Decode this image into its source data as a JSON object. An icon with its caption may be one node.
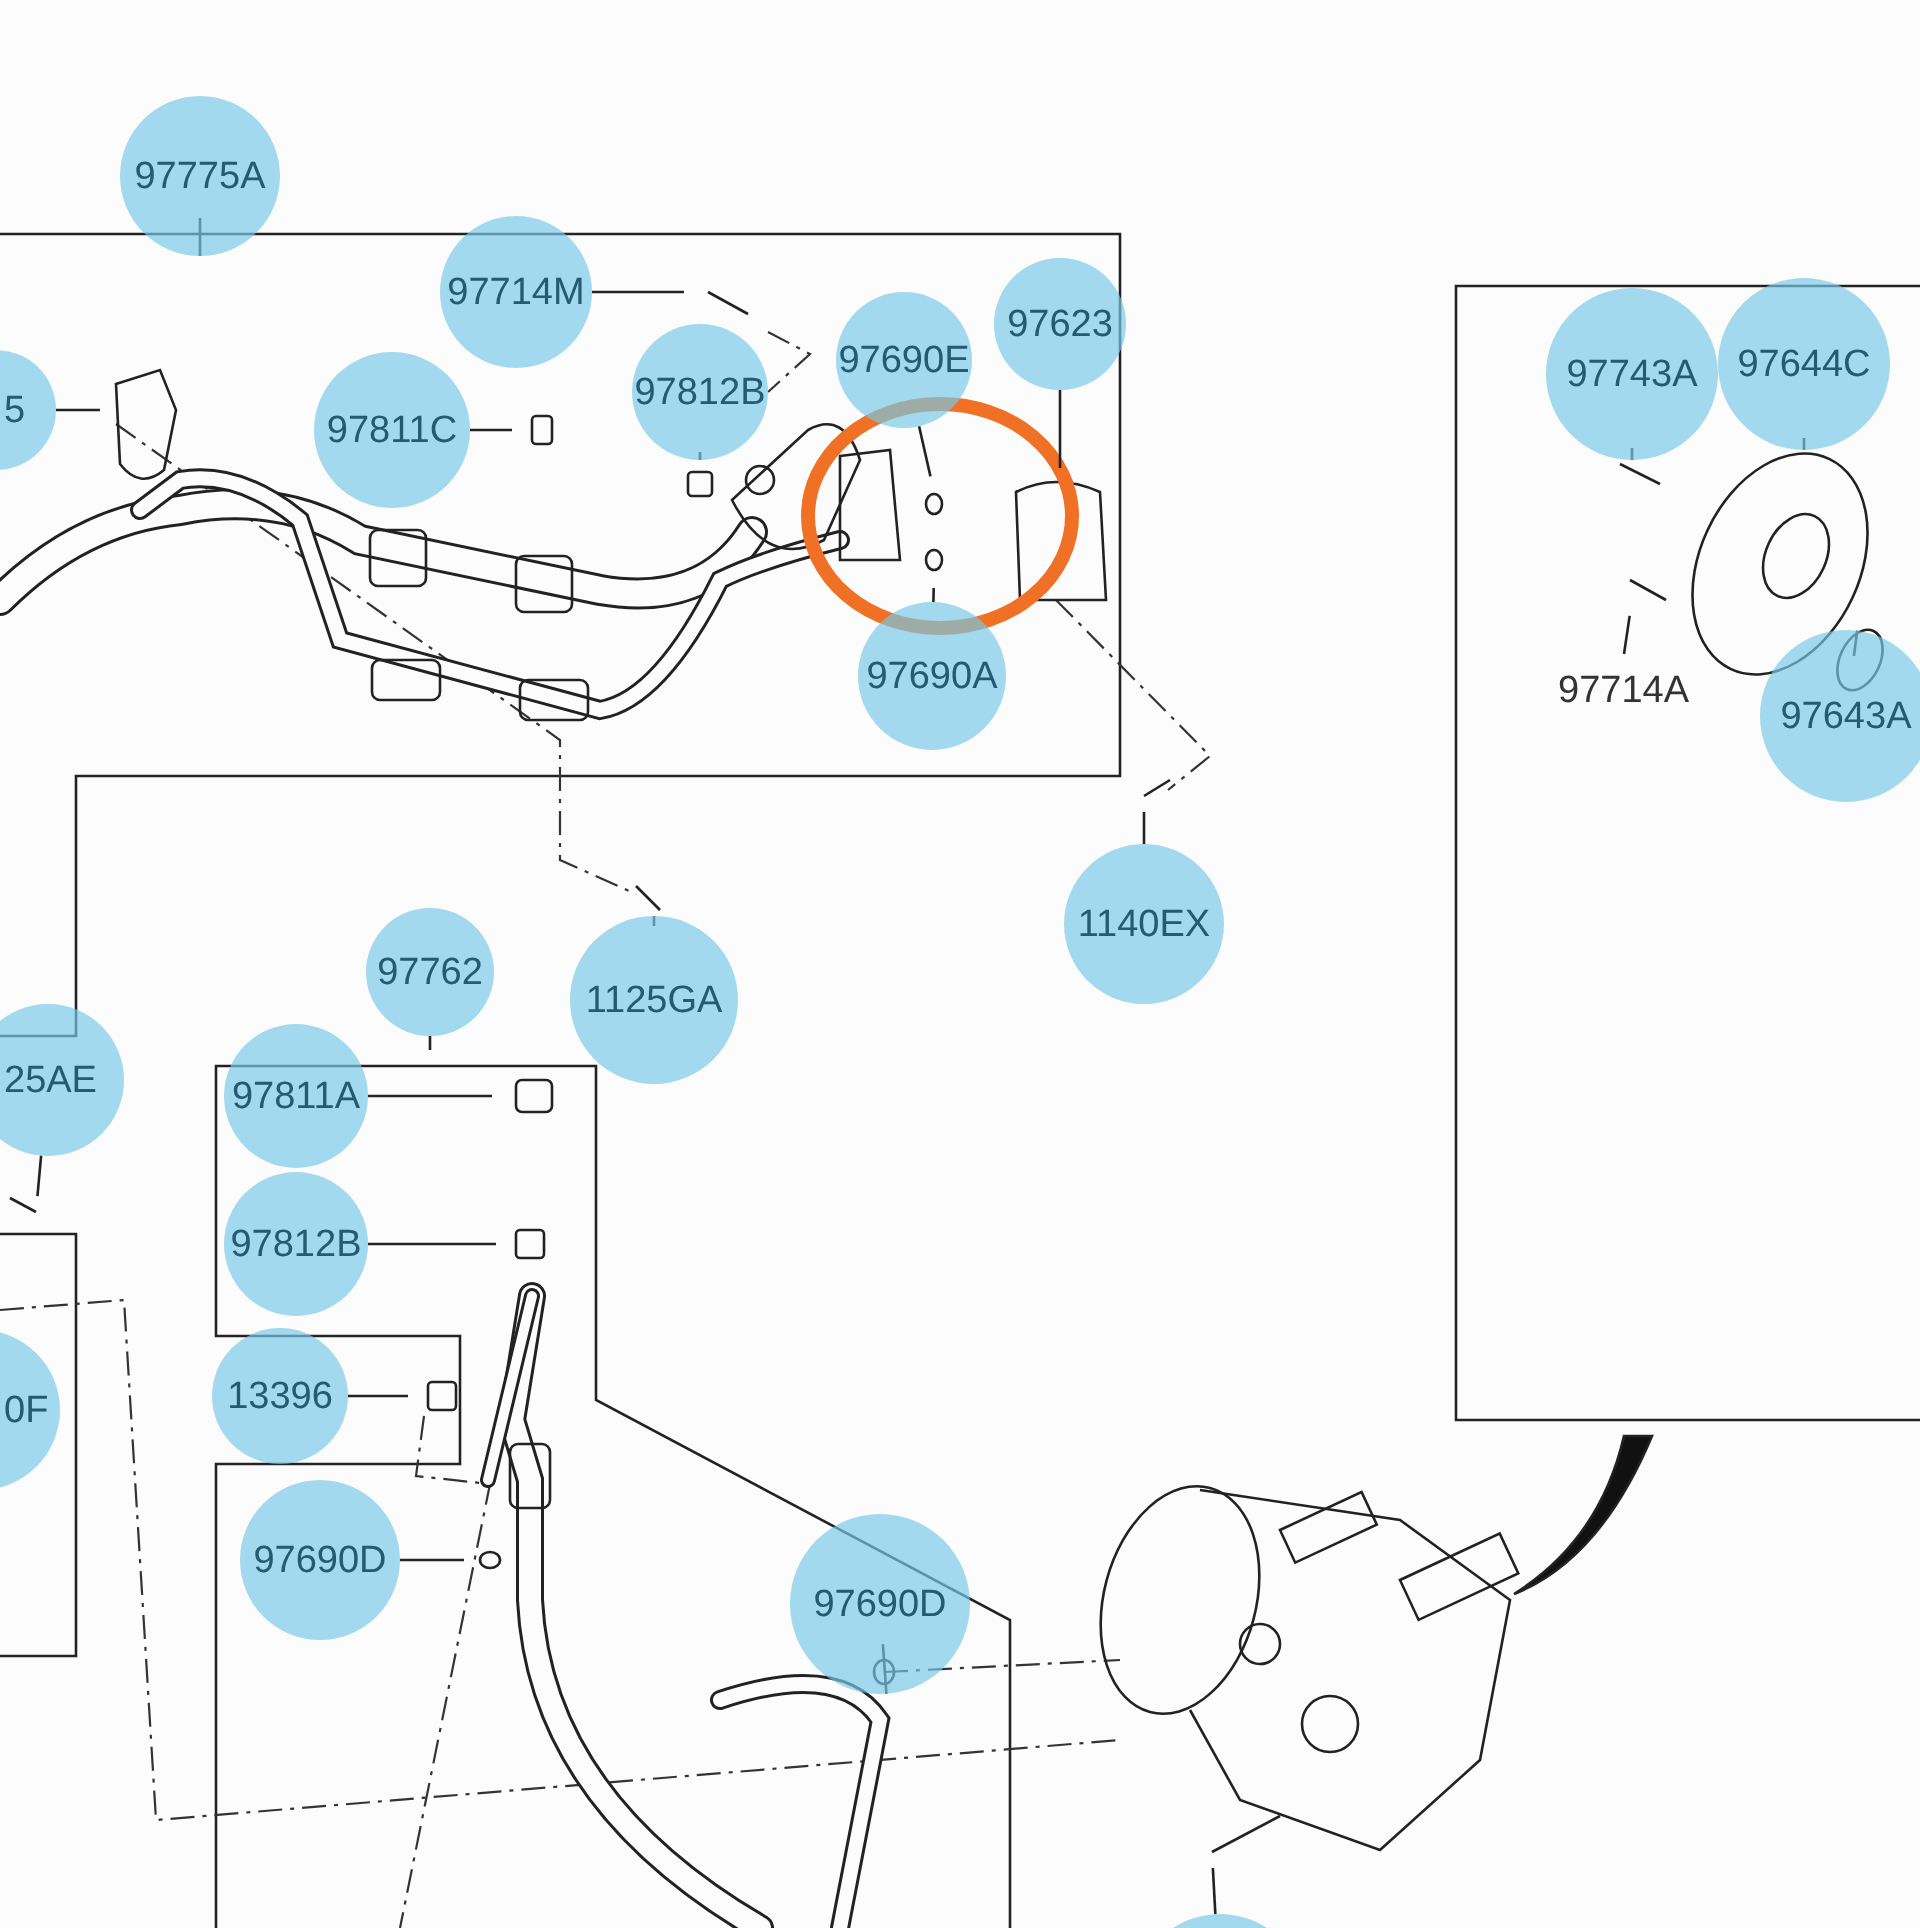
{
  "diagram": {
    "nodes": [
      {
        "text": [
          "97775A"
        ]
      },
      {
        "text": [
          "97714M"
        ]
      },
      {
        "text": [
          "97812B"
        ]
      },
      {
        "text": [
          "5"
        ]
      },
      {
        "text": [
          "97811C"
        ]
      },
      {
        "text": [
          "97690E"
        ]
      },
      {
        "text": [
          "97623"
        ]
      },
      {
        "text": [
          "97690A"
        ]
      },
      {
        "text": [
          "97743A"
        ]
      },
      {
        "text": [
          "97644C"
        ]
      },
      {
        "text": [
          "97714A"
        ]
      },
      {
        "text": [
          "97643A"
        ]
      },
      {
        "text": [
          "1140EX"
        ]
      },
      {
        "text": [
          "1125GA"
        ]
      },
      {
        "text": [
          "97762"
        ]
      },
      {
        "text": [
          "25AE"
        ]
      },
      {
        "text": [
          "97811A"
        ]
      },
      {
        "text": [
          "97812B"
        ]
      },
      {
        "text": [
          "13396"
        ]
      },
      {
        "text": [
          "0F"
        ]
      },
      {
        "text": [
          "97690D"
        ]
      },
      {
        "text": [
          "97690D"
        ]
      },
      {
        "text": [],
        "shape": "circle"
      }
    ],
    "edges": [
      {
        "from": 0,
        "to": null,
        "arrow": "none"
      },
      {
        "from": 1,
        "to": null,
        "arrow": "none"
      },
      {
        "from": 2,
        "to": null,
        "arrow": "none"
      },
      {
        "from": 3,
        "to": null,
        "arrow": "none"
      },
      {
        "from": 4,
        "to": null,
        "arrow": "none"
      },
      {
        "from": 5,
        "to": null,
        "arrow": "none"
      },
      {
        "from": 6,
        "to": null,
        "arrow": "none"
      },
      {
        "from": 7,
        "to": null,
        "arrow": "none"
      },
      {
        "from": 8,
        "to": null,
        "arrow": "none"
      },
      {
        "from": 9,
        "to": null,
        "arrow": "none"
      },
      {
        "from": 10,
        "to": null,
        "arrow": "none"
      },
      {
        "from": 11,
        "to": null,
        "arrow": "none"
      },
      {
        "from": 12,
        "to": null,
        "arrow": "none"
      },
      {
        "from": 13,
        "to": null,
        "arrow": "none"
      },
      {
        "from": 14,
        "to": null,
        "arrow": "none"
      },
      {
        "from": 15,
        "to": null,
        "arrow": "none"
      },
      {
        "from": 16,
        "to": null,
        "arrow": "none"
      },
      {
        "from": 17,
        "to": null,
        "arrow": "none"
      },
      {
        "from": 18,
        "to": null,
        "arrow": "none"
      },
      {
        "from": 20,
        "to": null,
        "arrow": "none"
      },
      {
        "from": 21,
        "to": null,
        "arrow": "none"
      },
      {
        "from": 22,
        "to": null,
        "arrow": "none"
      }
    ]
  }
}
